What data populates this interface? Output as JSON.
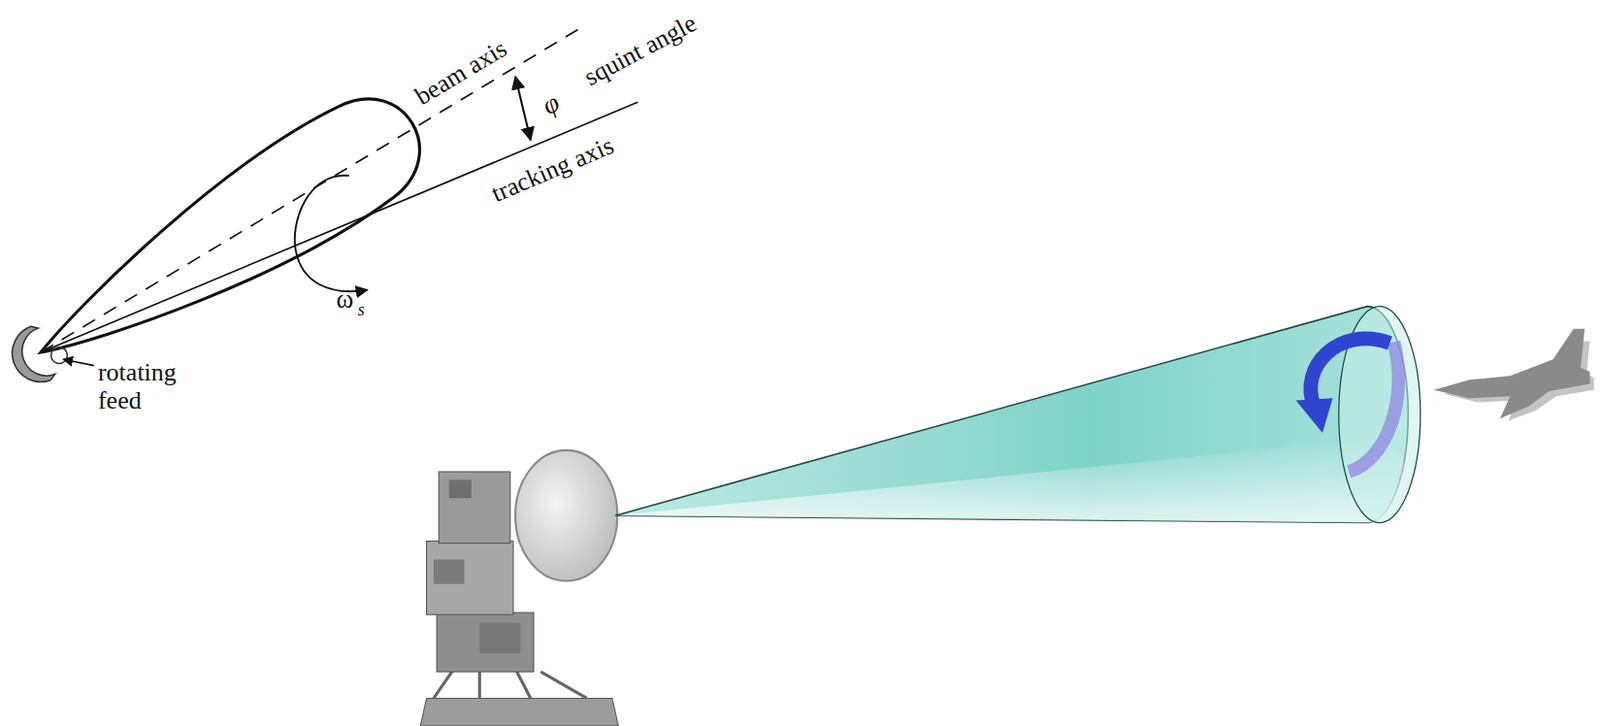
{
  "diagram": {
    "labels": [
      "beam axis",
      "φ",
      "squint angle",
      "tracking axis",
      "ω",
      "s",
      "rotating feed"
    ]
  }
}
